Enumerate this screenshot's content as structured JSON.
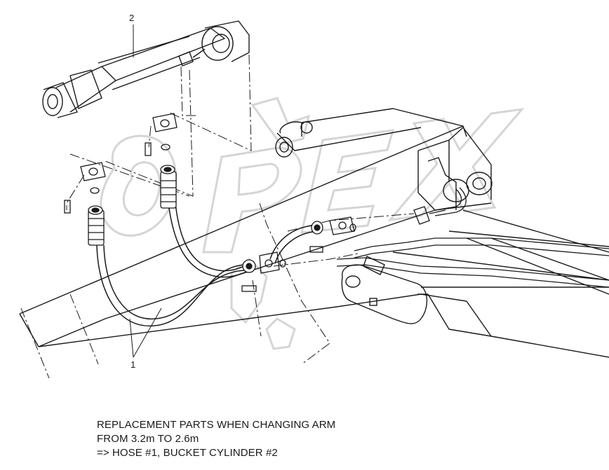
{
  "callouts": {
    "cylinder": "2",
    "hose": "1"
  },
  "caption": {
    "line1": "REPLACEMENT PARTS WHEN CHANGING ARM",
    "line2": "FROM 3.2m TO 2.6m",
    "line3": "=> HOSE #1, BUCKET CYLINDER #2"
  },
  "watermark": {
    "text": "OPEX",
    "color": "#d9d9d9"
  },
  "colors": {
    "line": "#1a1a1a"
  }
}
